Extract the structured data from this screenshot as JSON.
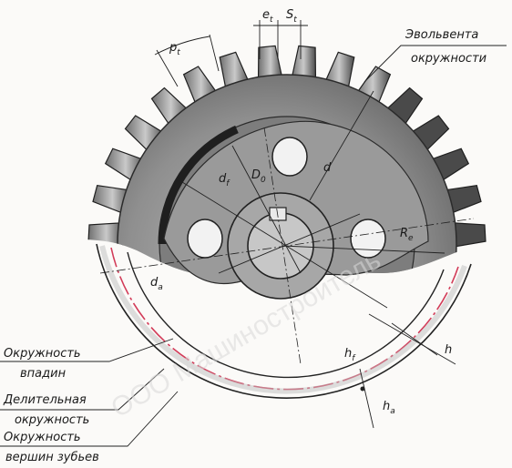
{
  "labels": {
    "involute_line1": "Эвольвента",
    "involute_line2": "окружности",
    "root_circle_line1": "Окружность",
    "root_circle_line2": "впадин",
    "pitch_circle_line1": "Делительная",
    "pitch_circle_line2": "окружность",
    "tip_circle_line1": "Окружность",
    "tip_circle_line2": "вершин зубьев"
  },
  "symbols": {
    "tooth_pitch": "p",
    "tooth_pitch_sub": "t",
    "space_width": "e",
    "space_width_sub": "t",
    "tooth_thickness": "S",
    "tooth_thickness_sub": "t",
    "root_diameter": "d",
    "root_diameter_sub": "f",
    "hub_diameter": "D",
    "hub_diameter_sub": "0",
    "pitch_diameter": "d",
    "tip_radius": "R",
    "tip_radius_sub": "e",
    "tip_diameter": "d",
    "tip_diameter_sub": "a",
    "tooth_height": "h",
    "dedendum": "h",
    "dedendum_sub": "f",
    "addendum": "h",
    "addendum_sub": "a"
  },
  "watermark": "ООО Машиностроитель",
  "colors": {
    "gear_body": "#8a8a8a",
    "gear_dark": "#3b3b3b",
    "pitch_circle": "#d23b58",
    "line": "#222222"
  }
}
